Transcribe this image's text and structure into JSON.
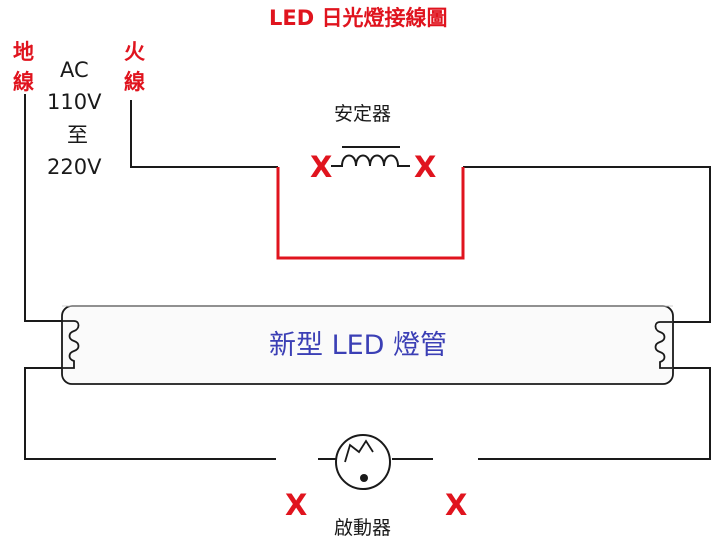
{
  "title": "LED 日光燈接線圖",
  "ground_wire": [
    "地",
    "線"
  ],
  "live_wire": [
    "火",
    "線"
  ],
  "voltage": [
    "AC",
    "110V",
    "至",
    "220V"
  ],
  "ballast_label": "安定器",
  "tube_label": "新型 LED 燈管",
  "starter_label": "啟動器",
  "cut_mark": "X",
  "colors": {
    "cut": "#e0141e",
    "new_wire": "#e0141e",
    "wire": "#1a1a1a",
    "tube_text": "#3b3fb5"
  }
}
